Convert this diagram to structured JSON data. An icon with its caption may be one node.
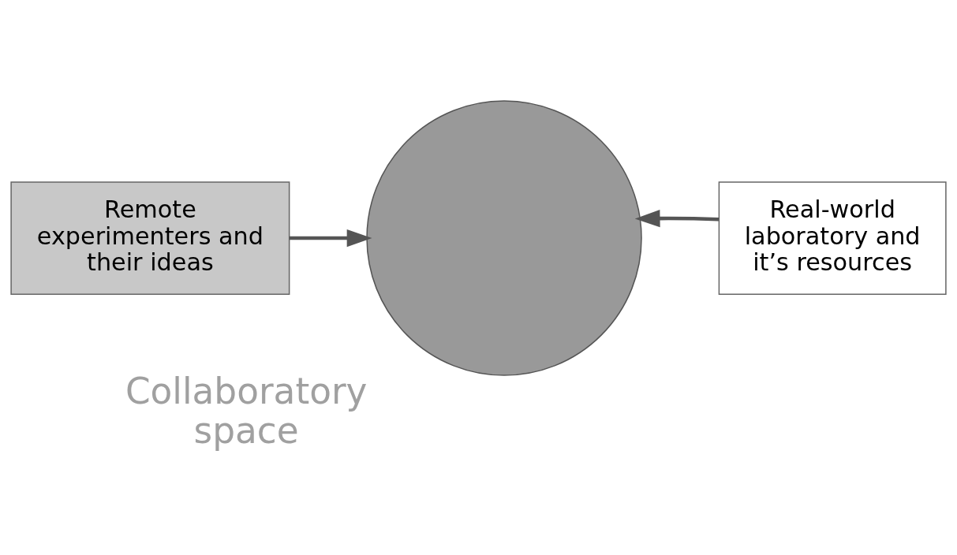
{
  "diagram": {
    "nodes": [
      {
        "text": [
          "Remote experimenters and their ideas"
        ]
      },
      {
        "text": [
          "Collaboratory space"
        ]
      },
      {
        "text": [
          "Real-world laboratory and it’s resources"
        ]
      }
    ],
    "edges": [
      {
        "from": 0,
        "to": 1,
        "arrow": "to"
      },
      {
        "from": 2,
        "to": 1,
        "arrow": "to"
      }
    ]
  }
}
